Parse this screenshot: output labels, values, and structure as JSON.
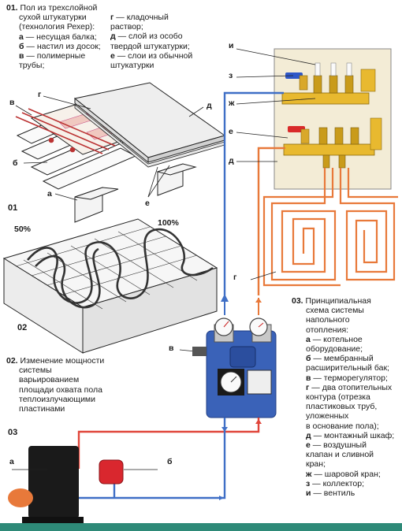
{
  "section01": {
    "number": "01.",
    "title_lines": [
      "Пол из трехслойной",
      "сухой штукатурки",
      "(технология Рехер):"
    ],
    "legend": [
      {
        "key": "а",
        "text": " — несущая балка;"
      },
      {
        "key": "б",
        "text": " — настил из досок;"
      },
      {
        "key": "в",
        "text": " — полимерные"
      },
      {
        "key": "",
        "text": "трубы;"
      }
    ],
    "legend_right": [
      {
        "key": "г",
        "text": " — кладочный"
      },
      {
        "key": "",
        "text": "раствор;"
      },
      {
        "key": "д",
        "text": " — слой из особо"
      },
      {
        "key": "",
        "text": "твердой штукатурки;"
      },
      {
        "key": "е",
        "text": " — слои из обычной"
      },
      {
        "key": "",
        "text": "штукатурки"
      }
    ],
    "fig_number": "01",
    "labels": {
      "v": "в",
      "g": "г",
      "d": "д",
      "b": "б",
      "a": "а",
      "e": "е"
    }
  },
  "section02": {
    "number": "02.",
    "caption_lines": [
      "Изменение мощности",
      "системы",
      "варьированием",
      "площади охвата пола",
      "теплоизлучающими",
      "пластинами"
    ],
    "fig_number": "02",
    "pct_left": "50%",
    "pct_right": "100%"
  },
  "section03": {
    "number": "03.",
    "title_lines": [
      "Принципиальная",
      "схема системы",
      "напольного",
      "отопления:"
    ],
    "legend": [
      {
        "key": "а",
        "text": " — котельное"
      },
      {
        "key": "",
        "text": "оборудование;"
      },
      {
        "key": "б",
        "text": " — мембранный"
      },
      {
        "key": "",
        "text": "расширительный бак;"
      },
      {
        "key": "в",
        "text": " — терморегулятор;"
      },
      {
        "key": "г",
        "text": " — два отопительных"
      },
      {
        "key": "",
        "text": "контура (отрезка"
      },
      {
        "key": "",
        "text": "пластиковых труб,"
      },
      {
        "key": "",
        "text": "уложенных"
      },
      {
        "key": "",
        "text": "в основание пола);"
      },
      {
        "key": "д",
        "text": " — монтажный шкаф;"
      },
      {
        "key": "е",
        "text": " — воздушный"
      },
      {
        "key": "",
        "text": "клапан и сливной"
      },
      {
        "key": "",
        "text": "кран;"
      },
      {
        "key": "ж",
        "text": " — шаровой кран;"
      },
      {
        "key": "з",
        "text": " — коллектор;"
      },
      {
        "key": "и",
        "text": " — вентиль"
      }
    ],
    "fig_number": "03",
    "labels": {
      "i": "и",
      "z": "з",
      "zh": "ж",
      "e": "е",
      "d": "д",
      "g": "г",
      "v": "в",
      "a": "а",
      "b": "б"
    }
  },
  "colors": {
    "red_pipe": "#e0453a",
    "blue_pipe": "#3f6fc6",
    "orange_pipe": "#e8793a",
    "pump_blue": "#3a62b8",
    "cabinet": "#f3ecd6",
    "boiler": "#1a1a1a",
    "tank": "#d9272e",
    "accent": "#2e8a78"
  }
}
